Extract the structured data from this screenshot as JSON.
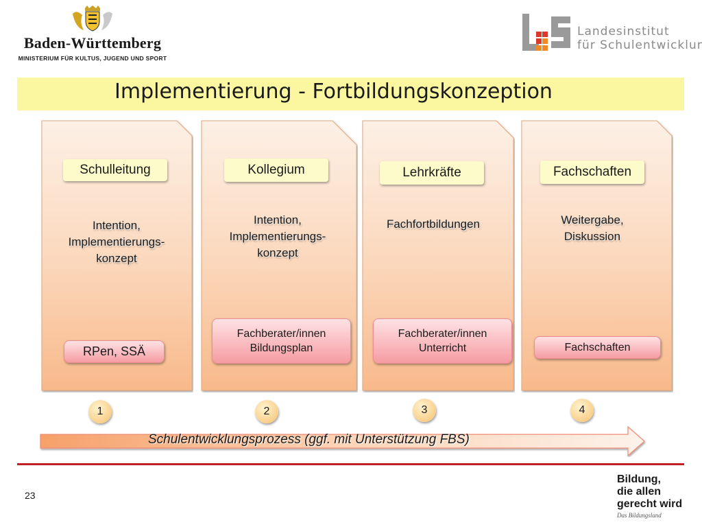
{
  "header": {
    "state_name": "Baden-Württemberg",
    "ministry": "MINISTERIUM FÜR KULTUS, JUGEND UND SPORT",
    "institute_line1": "Landesinstitut",
    "institute_line2": "für Schulentwicklung"
  },
  "title": "Implementierung - Fortbildungskonzeption",
  "columns": [
    {
      "heading": "Schulleitung",
      "text": "Intention,\nImplementierungs-\nkonzept",
      "box": "RPen, SSÄ"
    },
    {
      "heading": "Kollegium",
      "text": "Intention,\nImplementierungs-\nkonzept",
      "box": "Fachberater/innen\nBildungsplan"
    },
    {
      "heading": "Lehrkräfte",
      "text": "Fachfortbildungen",
      "box": "Fachberater/innen\nUnterricht"
    },
    {
      "heading": "Fachschaften",
      "text": "Weitergabe,\nDiskussion",
      "box": "Fachschaften"
    }
  ],
  "steps": [
    "1",
    "2",
    "3",
    "4"
  ],
  "arrow_label": "Schulentwicklungsprozess (ggf. mit Unterstützung FBS)",
  "page_number": "23",
  "footer": {
    "line1": "Bildung,",
    "line2": "die allen",
    "line3": "gerecht wird",
    "tagline": "Das Bildungsland"
  },
  "colors": {
    "title_bg": "#fbf7a0",
    "column_top": "#fdf0e6",
    "column_bottom": "#f8b98a",
    "accent_red": "#c21f26"
  }
}
